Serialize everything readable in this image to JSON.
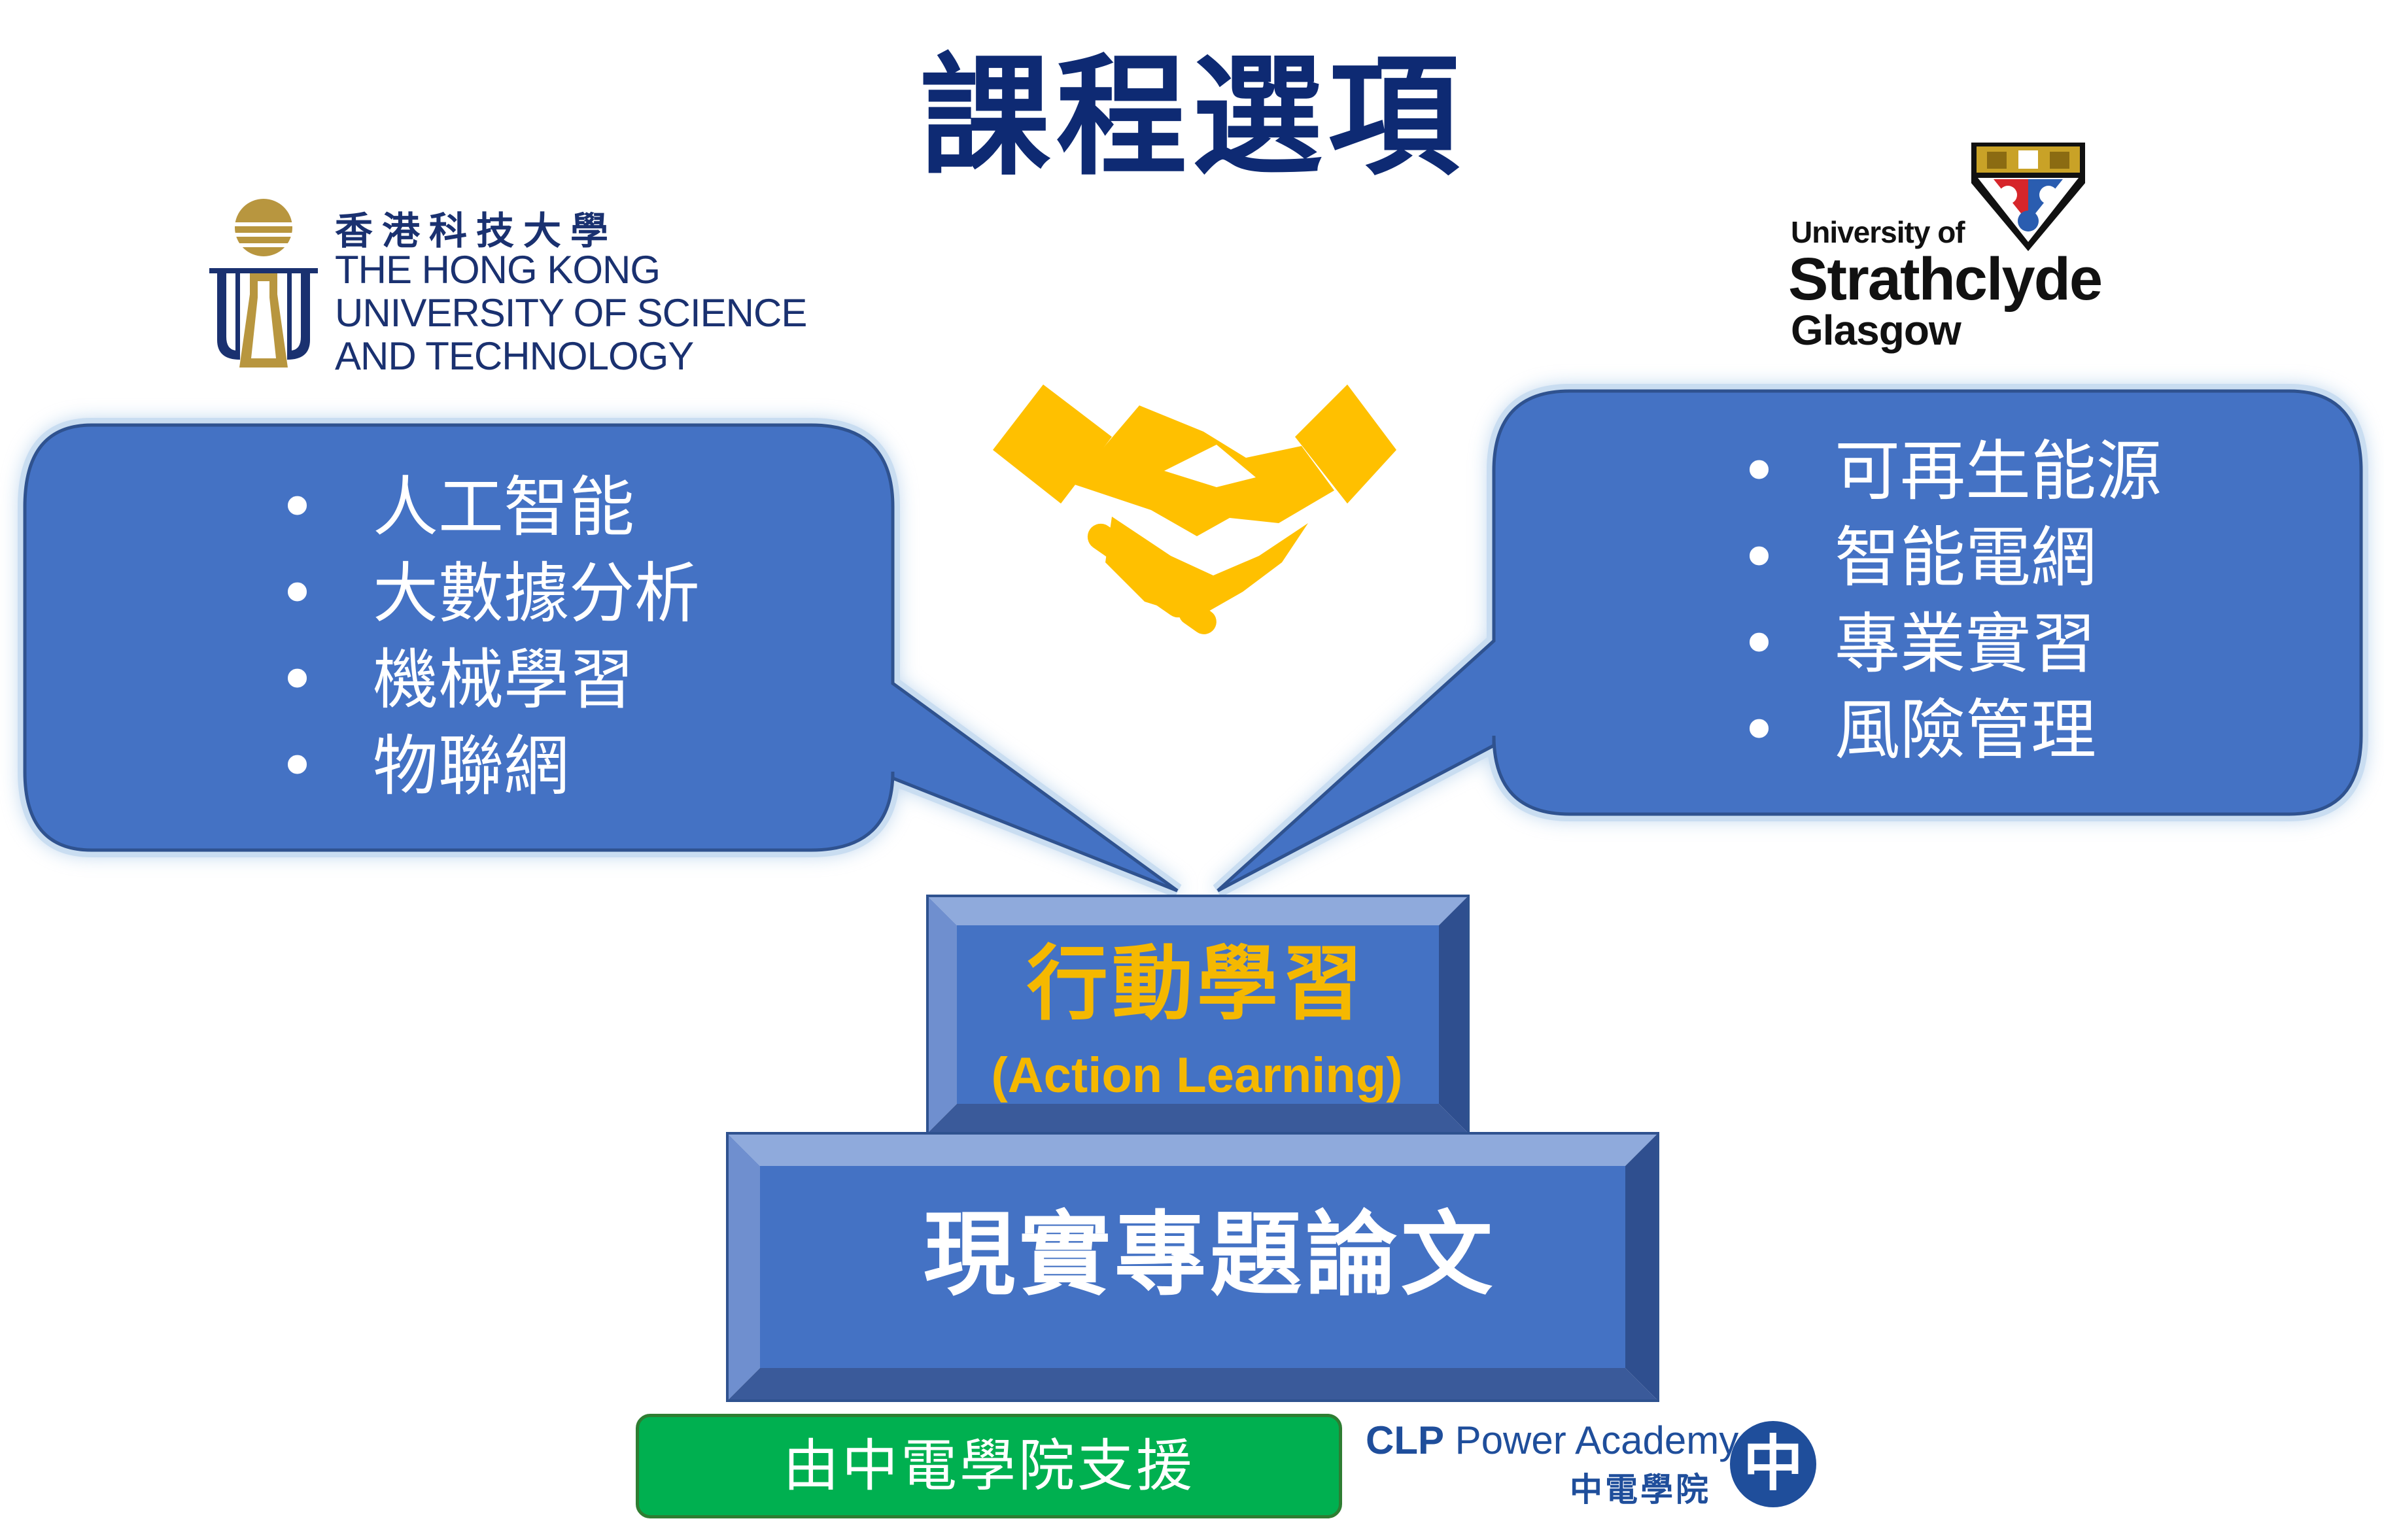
{
  "title": "課程選項",
  "hkust": {
    "name_zh": "香港科技大學",
    "name_en_line1": "THE HONG KONG",
    "name_en_line2": "UNIVERSITY OF SCIENCE",
    "name_en_line3": "AND TECHNOLOGY"
  },
  "strathclyde": {
    "line1": "University of",
    "line2": "Strathclyde",
    "line3": "Glasgow"
  },
  "left_bubble": {
    "bullet": "•",
    "items": [
      "人工智能",
      "大數據分析",
      "機械學習",
      "物聯網"
    ]
  },
  "right_bubble": {
    "bullet": "•",
    "items": [
      "可再生能源",
      "智能電網",
      "專業實習",
      "風險管理"
    ]
  },
  "top_block": {
    "label_zh": "行動學習",
    "label_en": "(Action Learning)"
  },
  "bottom_block": {
    "label": "現實專題論文"
  },
  "support": {
    "label": "由中電學院支援"
  },
  "clp": {
    "name_en_bold": "CLP",
    "name_en_rest": " Power Academy",
    "name_zh": "中電學院",
    "mark": "中"
  },
  "colors": {
    "title": "#0e2a73",
    "bubble_fill": "#4472c4",
    "bubble_border": "#2f528f",
    "block_face": "#4472c4",
    "accent_gold": "#f5b800",
    "handshake": "#ffc000",
    "support_green": "#00b050",
    "clp_blue": "#1f4e9b"
  },
  "icons": {
    "handshake": "handshake-icon",
    "hkust_logo": "hkust-logo",
    "strathclyde_crest": "strathclyde-crest",
    "clp_logo": "clp-logo"
  }
}
